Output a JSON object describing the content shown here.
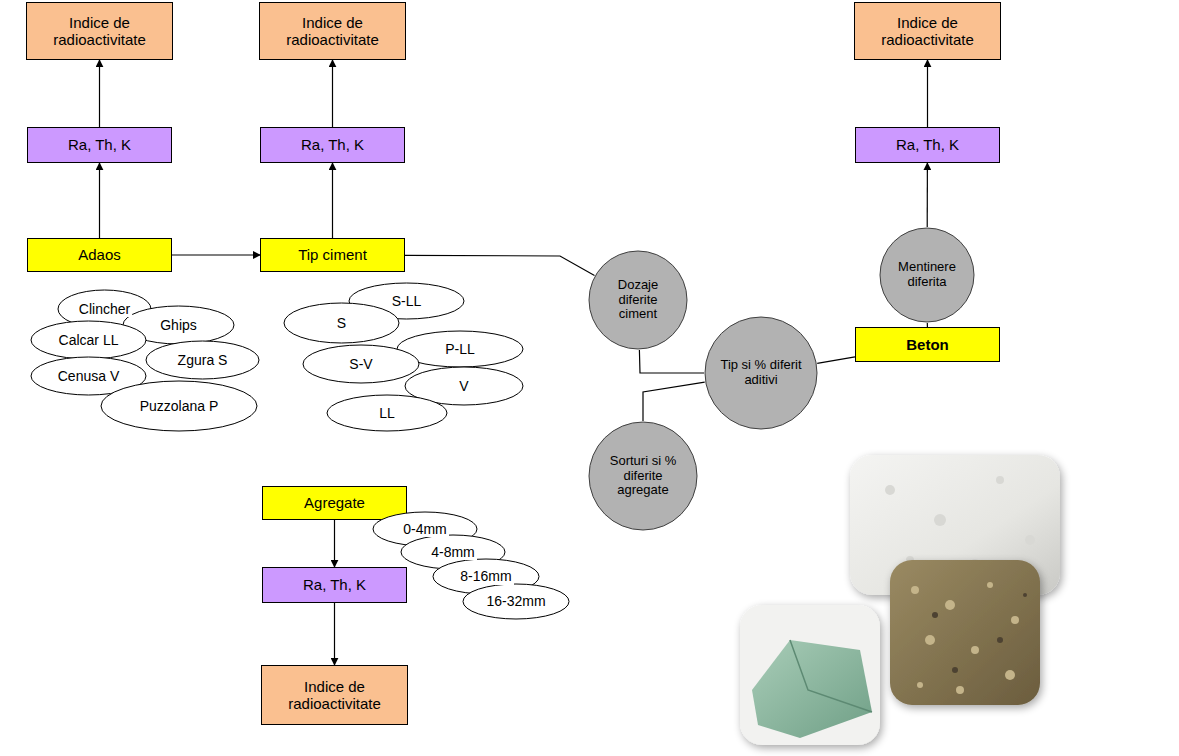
{
  "diagram": {
    "nodes": [
      {
        "text": [
          "Indice de radioactivitate"
        ]
      },
      {
        "text": [
          "Indice de radioactivitate"
        ]
      },
      {
        "text": [
          "Indice de radioactivitate"
        ]
      },
      {
        "text": [
          "Ra, Th, K"
        ]
      },
      {
        "text": [
          "Ra, Th, K"
        ]
      },
      {
        "text": [
          "Ra, Th, K"
        ]
      },
      {
        "text": [
          "Adaos"
        ]
      },
      {
        "text": [
          "Tip ciment"
        ]
      },
      {
        "text": [
          "Dozaje diferite ciment"
        ]
      },
      {
        "text": [
          "Mentinere diferita"
        ]
      },
      {
        "text": [
          "Clincher"
        ]
      },
      {
        "text": [
          "Ghips"
        ]
      },
      {
        "text": [
          "Calcar LL"
        ]
      },
      {
        "text": [
          "Zgura S"
        ]
      },
      {
        "text": [
          "Cenusa V"
        ]
      },
      {
        "text": [
          "Puzzolana P"
        ]
      },
      {
        "text": [
          "S-LL"
        ]
      },
      {
        "text": [
          "S"
        ]
      },
      {
        "text": [
          "P-LL"
        ]
      },
      {
        "text": [
          "S-V"
        ]
      },
      {
        "text": [
          "V"
        ]
      },
      {
        "text": [
          "LL"
        ]
      },
      {
        "text": [
          "Tip si % diferit aditivi"
        ]
      },
      {
        "text": [
          "Beton"
        ]
      },
      {
        "text": [
          "Sorturi si % diferite agregate"
        ]
      },
      {
        "text": [
          "Agregate"
        ]
      },
      {
        "text": [
          "0-4mm"
        ]
      },
      {
        "text": [
          "4-8mm"
        ]
      },
      {
        "text": [
          "8-16mm"
        ]
      },
      {
        "text": [
          "16-32mm"
        ]
      },
      {
        "text": [
          "Ra, Th, K"
        ]
      },
      {
        "text": [
          "Indice de radioactivitate"
        ]
      }
    ],
    "edges": [
      {
        "from": 6,
        "to": 3,
        "arrow": "to"
      },
      {
        "from": 3,
        "to": 0,
        "arrow": "to"
      },
      {
        "from": 7,
        "to": 4,
        "arrow": "to"
      },
      {
        "from": 4,
        "to": 1,
        "arrow": "to"
      },
      {
        "from": 6,
        "to": 7,
        "arrow": "to"
      },
      {
        "from": 9,
        "to": 5,
        "arrow": "to"
      },
      {
        "from": 5,
        "to": 2,
        "arrow": "to"
      },
      {
        "from": 23,
        "to": 9,
        "arrow": "none"
      },
      {
        "from": 7,
        "to": 8,
        "arrow": "none"
      },
      {
        "from": 8,
        "to": 22,
        "arrow": "none"
      },
      {
        "from": 24,
        "to": 22,
        "arrow": "none"
      },
      {
        "from": 22,
        "to": 23,
        "arrow": "none"
      },
      {
        "from": 25,
        "to": 30,
        "arrow": "to"
      },
      {
        "from": 30,
        "to": 31,
        "arrow": "to"
      }
    ]
  }
}
